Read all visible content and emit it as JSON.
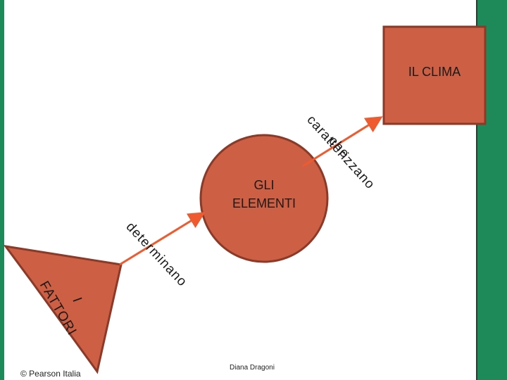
{
  "nodes": {
    "box": "IL CLIMA",
    "circle_line1": "GLI",
    "circle_line2": "ELEMENTI",
    "triangle_line1": "I",
    "triangle_line2": "FATTORI"
  },
  "connectors": {
    "upper_line1": "che",
    "upper_line2": "caratterizzano",
    "lower": "determinano"
  },
  "footer": {
    "copyright": "© Pearson Italia",
    "author": "Diana Dragoni"
  },
  "colors": {
    "shape_fill": "#cd5f45",
    "shape_border": "#8b3a28",
    "arrow": "#ef5a2f",
    "side_bar": "#1e8a5a"
  }
}
